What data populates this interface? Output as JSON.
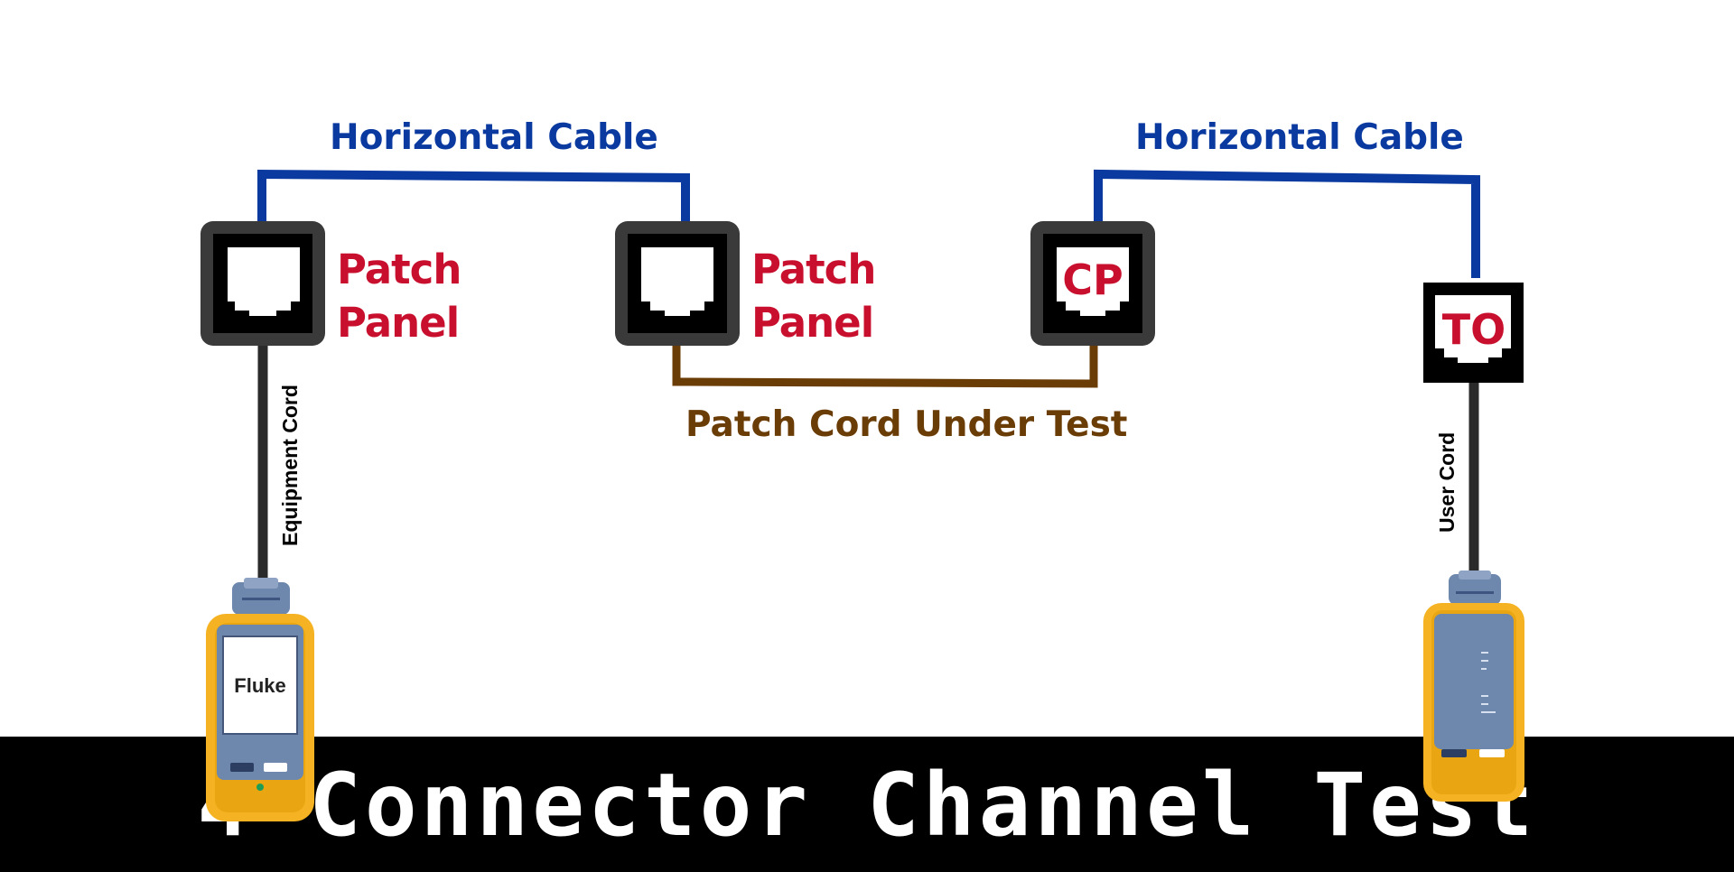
{
  "colors": {
    "horizontal_cable": "#0a3aa0",
    "patch_cord": "#6b3d06",
    "panel_label": "#c8102e",
    "jack_frame": "#3a3a3a",
    "tester_body": "#f5b323",
    "tester_face": "#6d87ad",
    "banner": "#000000",
    "banner_text": "#ffffff"
  },
  "labels": {
    "horizontal_cable_left": "Horizontal Cable",
    "horizontal_cable_right": "Horizontal Cable",
    "patch_cord_under_test": "Patch Cord Under Test",
    "equipment_cord": "Equipment Cord",
    "user_cord": "User Cord"
  },
  "connectors": [
    {
      "id": "patch-panel-1",
      "label_line1": "Patch",
      "label_line2": "Panel"
    },
    {
      "id": "patch-panel-2",
      "label_line1": "Patch",
      "label_line2": "Panel"
    },
    {
      "id": "consolidation-point",
      "jack_text": "CP"
    },
    {
      "id": "telecom-outlet",
      "jack_text": "TO"
    }
  ],
  "testers": {
    "main": {
      "screen_text": "Fluke",
      "icon": "cable-tester-main-unit"
    },
    "remote": {
      "icon": "cable-tester-remote-unit"
    }
  },
  "banner": {
    "title": "4-Connector Channel Test"
  }
}
